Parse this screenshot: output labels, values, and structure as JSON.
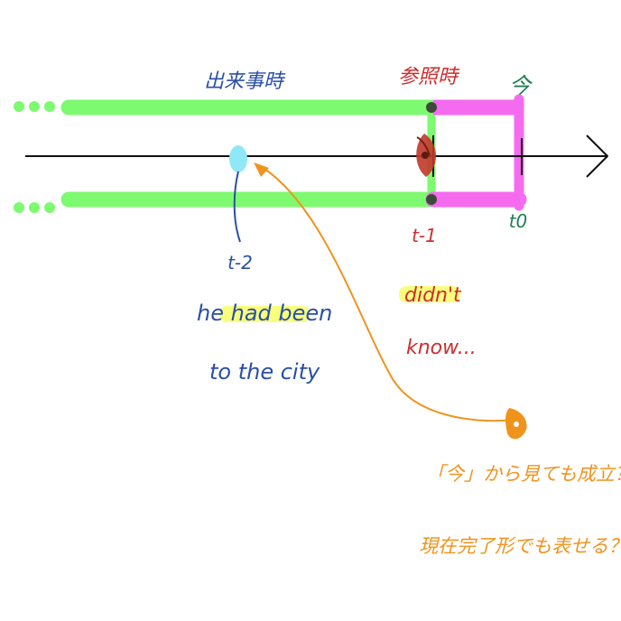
{
  "labels": {
    "event_time": "出来事時",
    "reference_time": "参照時",
    "now": "今",
    "t_minus_2": "t-2",
    "t_minus_1": "t-1",
    "t_zero": "t0",
    "past_perfect_line1": "he had been",
    "past_perfect_line2": "to the city",
    "reference_note_line1": "didn't",
    "reference_note_line2": "know...",
    "question_line1": "「今」から見ても成立？",
    "question_line2": "現在完了形でも表せる？"
  },
  "colors": {
    "timeline": "#111111",
    "bar_green": "#7dfa6f",
    "bar_magenta": "#f56bf0",
    "point_cyan": "#8fe8f5",
    "text_blue": "#2a4fa6",
    "text_red": "#cc2e2e",
    "text_green": "#1f7f55",
    "text_orange": "#f0931d",
    "highlight_yellow": "#f8ff66",
    "eye_red": "#c0392b"
  }
}
